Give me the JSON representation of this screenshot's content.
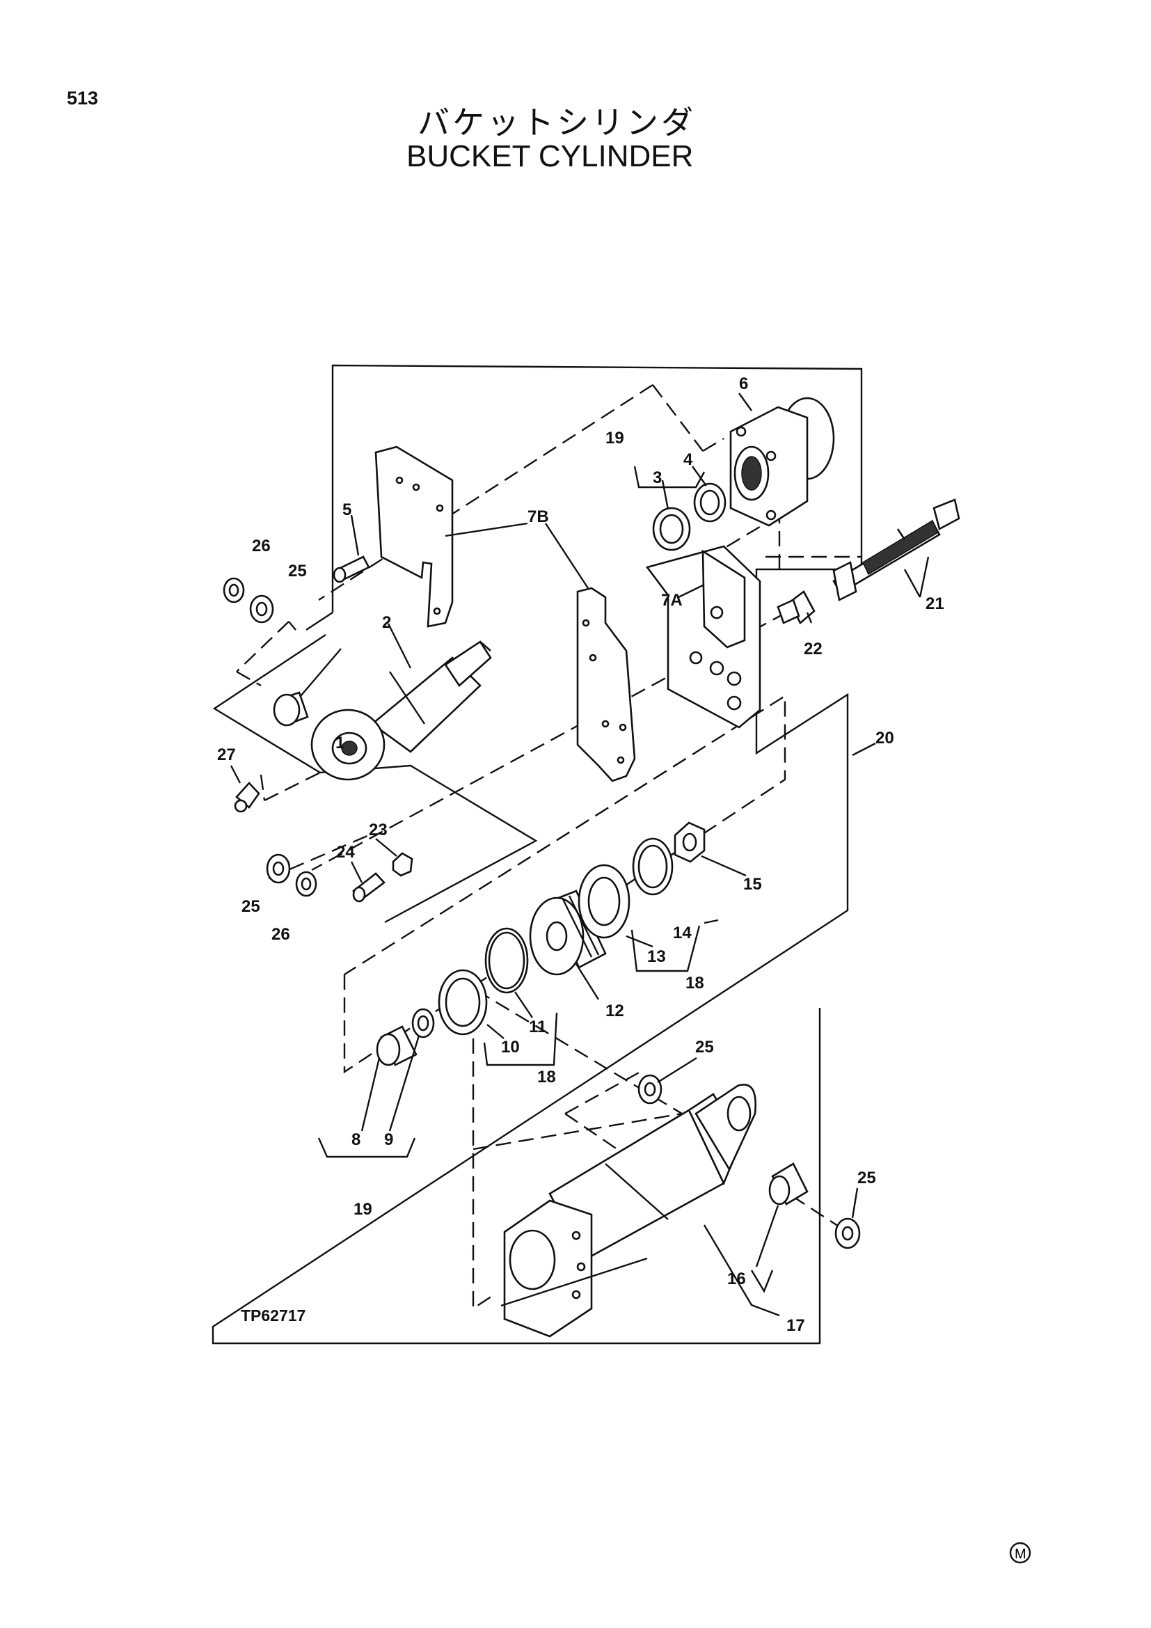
{
  "page_number": "513",
  "title_jp": "バケットシリンダ",
  "title_en": "BUCKET CYLINDER",
  "drawing_number": "TP62717",
  "footer_mark": "M",
  "callouts": {
    "c1": "1",
    "c2": "2",
    "c3": "3",
    "c4": "4",
    "c5": "5",
    "c6": "6",
    "c7a": "7A",
    "c7b": "7B",
    "c8": "8",
    "c9": "9",
    "c10": "10",
    "c11": "11",
    "c12": "12",
    "c13": "13",
    "c14": "14",
    "c15": "15",
    "c16": "16",
    "c17": "17",
    "c18a": "18",
    "c18b": "18",
    "c19a": "19",
    "c19b": "19",
    "c20": "20",
    "c21": "21",
    "c22": "22",
    "c23": "23",
    "c24": "24",
    "c25a": "25",
    "c25b": "25",
    "c25c": "25",
    "c25d": "25",
    "c26a": "26",
    "c26b": "26",
    "c27": "27"
  }
}
